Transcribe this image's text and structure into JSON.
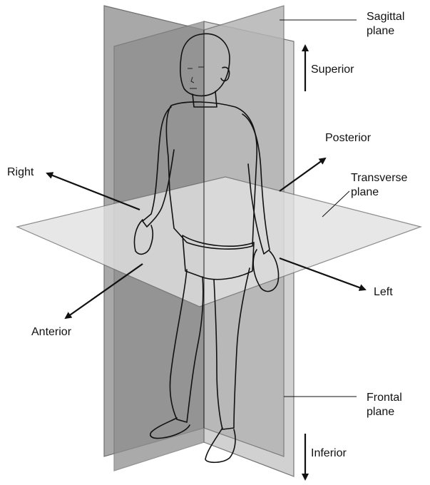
{
  "labels": {
    "sagittal_line1": "Sagittal",
    "sagittal_line2": "plane",
    "superior": "Superior",
    "posterior": "Posterior",
    "right": "Right",
    "transverse_line1": "Transverse",
    "transverse_line2": "plane",
    "left": "Left",
    "anterior": "Anterior",
    "frontal_line1": "Frontal",
    "frontal_line2": "plane",
    "inferior": "Inferior"
  },
  "colors": {
    "sagittal_plane": "#9a9a9a",
    "frontal_plane": "#c9c9c9",
    "transverse_plane": "#dedede",
    "body": "#f2f2f2",
    "arrow": "#111111"
  },
  "icons": {
    "direction_arrows": "arrow-icon"
  }
}
